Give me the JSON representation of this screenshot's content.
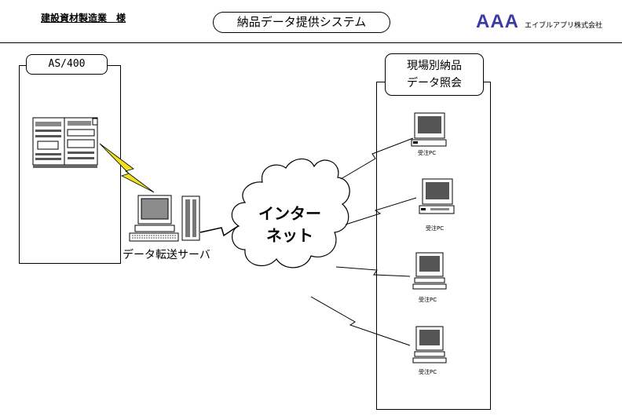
{
  "header": {
    "customer": "建設資材製造業　様",
    "title": "納品データ提供システム",
    "logo": "AAA",
    "company": "エイブルアプリ株式会社"
  },
  "left_panel": {
    "label": "AS/400"
  },
  "right_panel": {
    "label_line1": "現場別納品",
    "label_line2": "データ照会"
  },
  "server": {
    "label": "データ転送サーバ"
  },
  "internet": {
    "line1": "インター",
    "line2": "ネット"
  },
  "pcs": [
    {
      "label": "受注PC"
    },
    {
      "label": "受注PC"
    },
    {
      "label": "受注PC"
    },
    {
      "label": "受注PC"
    }
  ],
  "colors": {
    "logo": "#3a3aa8",
    "lightning": "#f0e020"
  }
}
